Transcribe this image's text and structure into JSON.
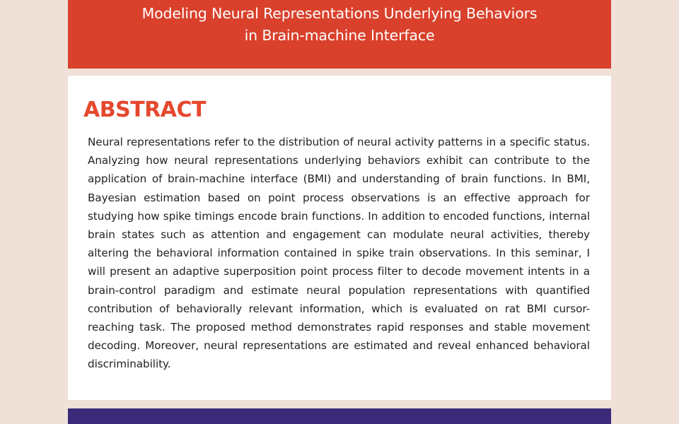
{
  "title": {
    "line1": "Modeling Neural Representations Underlying Behaviors",
    "line2": "in Brain-machine Interface"
  },
  "abstract": {
    "heading": "ABSTRACT",
    "body": "Neural representations refer to the distribution of neural activity patterns in a specific status. Analyzing how neural representations underlying behaviors exhibit can contribute to the application of brain-machine interface (BMI) and understanding of brain functions. In BMI, Bayesian estimation based on point process observations is an effective approach for studying how spike timings encode brain functions. In addition to encoded functions, internal brain states such as attention and engagement can modulate neural activities, thereby altering the behavioral information contained in spike train observations. In this seminar, I will present an adaptive superposition point process filter to decode movement intents in a brain-control paradigm and estimate neural population representations with quantified contribution of behaviorally relevant information, which is evaluated on rat BMI cursor-reaching task. The proposed method demonstrates rapid responses and stable movement decoding. Moreover, neural representations are estimated and reveal enhanced behavioral discriminability."
  },
  "colors": {
    "page_background": "#efe0d8",
    "title_banner": "#d9412c",
    "heading_accent": "#e5482d",
    "card_background": "#ffffff",
    "bottom_band": "#3a2a7a"
  }
}
